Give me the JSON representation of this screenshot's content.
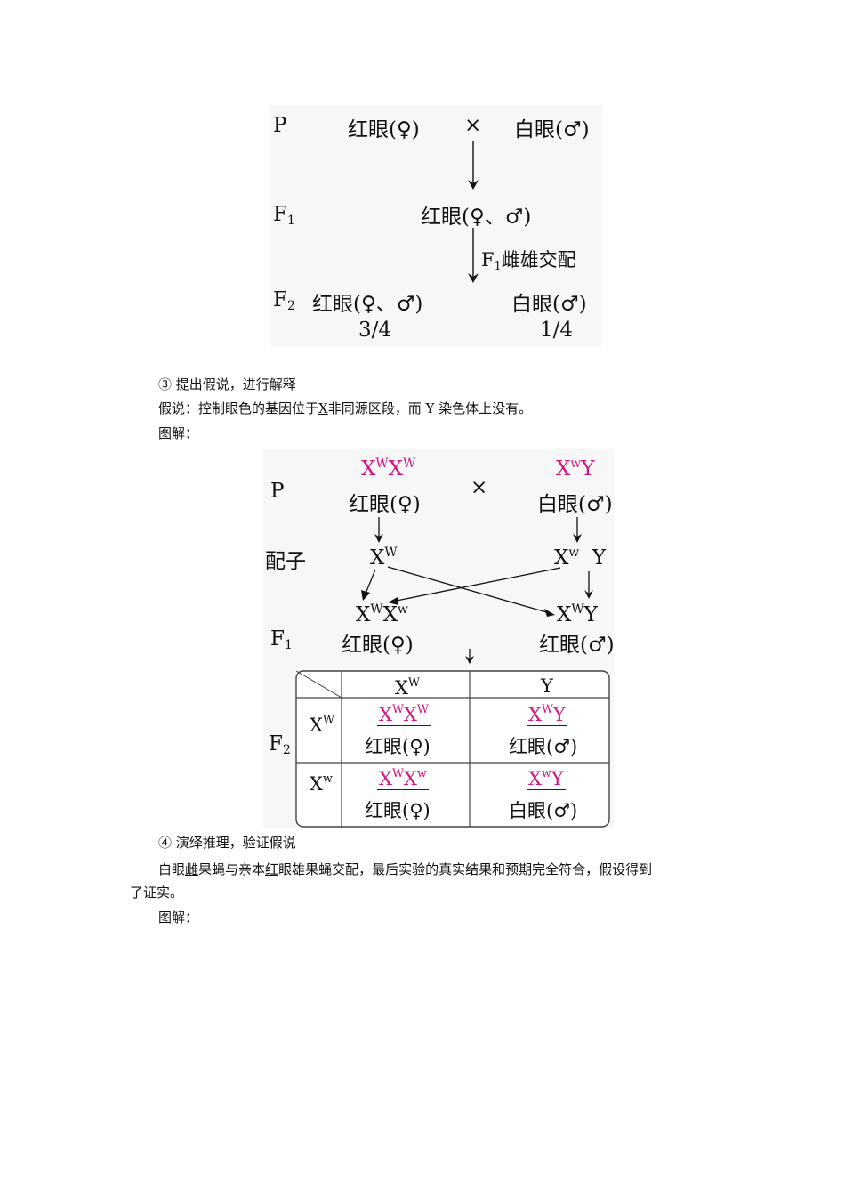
{
  "figure1": {
    "p_label": "P",
    "p_female": "红眼(♀)",
    "cross": "×",
    "p_male": "白眼(♂)",
    "f1_label_main": "F",
    "f1_label_sub": "1",
    "f1_pheno": "红眼(♀、♂)",
    "arrow_note_main": "F",
    "arrow_note_sub": "1",
    "arrow_note_rest": "雌雄交配",
    "f2_label_main": "F",
    "f2_label_sub": "2",
    "f2_left": "红眼(♀、♂)",
    "f2_right": "白眼(♂)",
    "ratio_left": "3/4",
    "ratio_right": "1/4"
  },
  "text": {
    "step3_title": "③ 提出假说，进行解释",
    "hypothesis_prefix": "假说：控制眼色的基因位于",
    "hypothesis_x": "X",
    "hypothesis_suffix": "非同源区段，而 Y 染色体上没有。",
    "diagram_label_1": "图解：",
    "step4_title": "④ 演绎推理，验证假说",
    "deduction_line1_a": "白眼",
    "deduction_line1_b": "雌",
    "deduction_line1_c": "果蝇与亲本",
    "deduction_line1_d": "红",
    "deduction_line1_e": "眼雄果蝇交配，最后实验的真实结果和预期完全符合，假设得到",
    "deduction_line2": "了证实。",
    "diagram_label_2": "图解："
  },
  "figure2": {
    "p_label": "P",
    "x": "X",
    "y": "Y",
    "W": "W",
    "w": "w",
    "cross": "×",
    "p_female_pheno": "红眼(♀)",
    "p_male_pheno": "白眼(♂)",
    "gamete_label": "配子",
    "f1_label_main": "F",
    "f1_label_sub": "1",
    "f1_female_pheno": "红眼(♀)",
    "f1_male_pheno": "红眼(♂)",
    "f2_label_main": "F",
    "f2_label_sub": "2",
    "cell_red_female": "红眼(♀)",
    "cell_red_male": "红眼(♂)",
    "cell_white_male": "白眼(♂)"
  }
}
